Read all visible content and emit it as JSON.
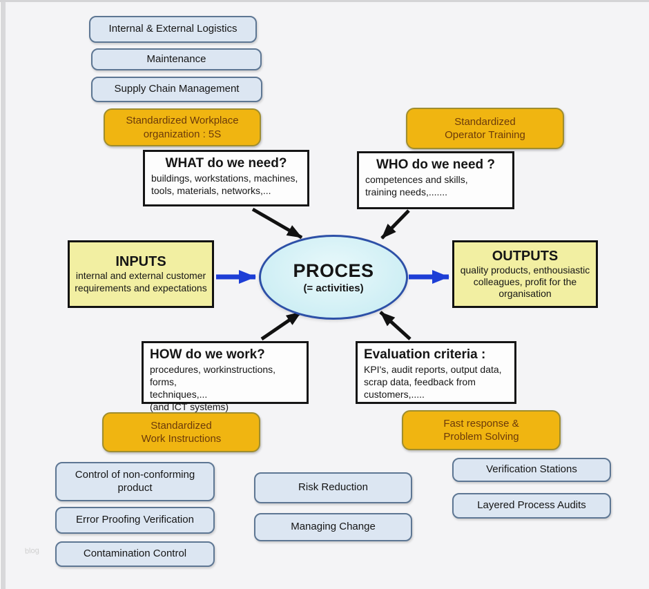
{
  "colors": {
    "background": "#f4f4f6",
    "light_blue_fill": "#dce6f2",
    "light_blue_border": "#5d7693",
    "orange_fill": "#f0b511",
    "orange_border": "#9f8d2e",
    "orange_text": "#6b3a0a",
    "yellow_fill": "#f2efa2",
    "white_box_border": "#151515",
    "ellipse_fill": "#cdeef4",
    "ellipse_border": "#2d50a7",
    "black_arrow": "#111111",
    "blue_arrow": "#1d3ed6"
  },
  "watermark": "blog",
  "top_stack": {
    "logistics": "Internal & External Logistics",
    "maintenance": "Maintenance",
    "supply_chain": "Supply Chain Management",
    "workplace_5s": "Standardized Workplace\norganization : 5S"
  },
  "operator_training": "Standardized\nOperator Training",
  "what": {
    "title": "WHAT do we need?",
    "body": "buildings, workstations, machines,\ntools, materials, networks,..."
  },
  "who": {
    "title": "WHO do we need ?",
    "body": "competences and skills,\ntraining needs,......."
  },
  "inputs": {
    "title": "INPUTS",
    "body": "internal and external customer\nrequirements and expectations"
  },
  "outputs": {
    "title": "OUTPUTS",
    "body": "quality products, enthousiastic\ncolleagues, profit for the\norganisation"
  },
  "proces": {
    "title": "PROCES",
    "subtitle": "(= activities)"
  },
  "how": {
    "title": "HOW do we work?",
    "body": "procedures, workinstructions, forms,\ntechniques,...\n(and ICT systems)"
  },
  "evaluation": {
    "title": "Evaluation criteria :",
    "body": "KPI's, audit reports, output data,\nscrap data, feedback from\ncustomers,....."
  },
  "work_instructions": "Standardized\nWork Instructions",
  "fast_response": "Fast response &\nProblem Solving",
  "bottom_left": {
    "non_conforming": "Control of non-conforming\nproduct",
    "error_proofing": "Error Proofing Verification",
    "contamination": "Contamination Control"
  },
  "bottom_mid": {
    "risk_reduction": "Risk Reduction",
    "managing_change": "Managing Change"
  },
  "bottom_right": {
    "verification_stations": "Verification Stations",
    "layered_audits": "Layered Process Audits"
  }
}
